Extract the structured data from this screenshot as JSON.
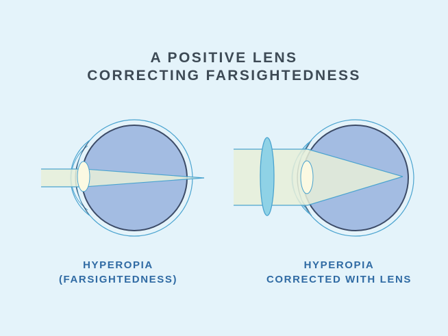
{
  "title": {
    "line1": "A POSITIVE LENS",
    "line2": "CORRECTING FARSIGHTEDNESS"
  },
  "left_diagram": {
    "caption_line1": "HYPEROPIA",
    "caption_line2": "(FARSIGHTEDNESS)"
  },
  "right_diagram": {
    "caption_line1": "HYPEROPIA",
    "caption_line2": "CORRECTED WITH LENS"
  },
  "colors": {
    "background": "#e4f3fa",
    "title_text": "#3d4a55",
    "caption_text": "#2f6aa3",
    "eyeball_fill": "#a3bce2",
    "eyeball_stroke": "#3c4b67",
    "outline_blue": "#4aa3cf",
    "iris": "#3e4a62",
    "lens_crystalline": "#fbf9e2",
    "light_beam": "#e8efd8",
    "corrective_lens": "#8fd2e6"
  }
}
